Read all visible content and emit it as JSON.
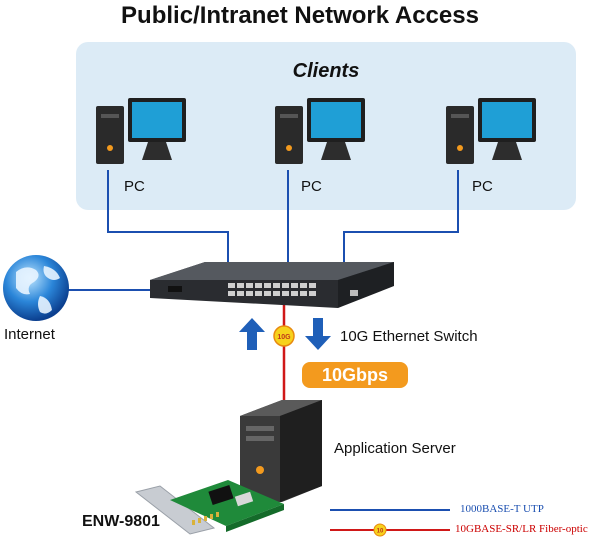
{
  "title": "Public/Intranet Network Access",
  "clients": {
    "label": "Clients",
    "pcs": [
      "PC",
      "PC",
      "PC"
    ]
  },
  "internet_label": "Internet",
  "switch": {
    "label": "10G Ethernet Switch",
    "port_badge": "10G",
    "speed": "10Gbps"
  },
  "server_label": "Application Server",
  "product_label": "ENW-9801",
  "legend": {
    "utp": "1000BASE-T UTP",
    "fiber_badge": "10",
    "fiber": "10GBASE-SR/LR Fiber-optic"
  },
  "colors": {
    "utp_line": "#1b4fb0",
    "fiber_line": "#d01818",
    "speed_badge": "#f39a1e",
    "clients_bg": "#dcebf6",
    "arrow": "#1f5fb8"
  },
  "icons": [
    "pc-icon",
    "globe-icon",
    "switch-icon",
    "server-icon",
    "nic-card-icon",
    "arrow-up-icon",
    "arrow-down-icon"
  ]
}
